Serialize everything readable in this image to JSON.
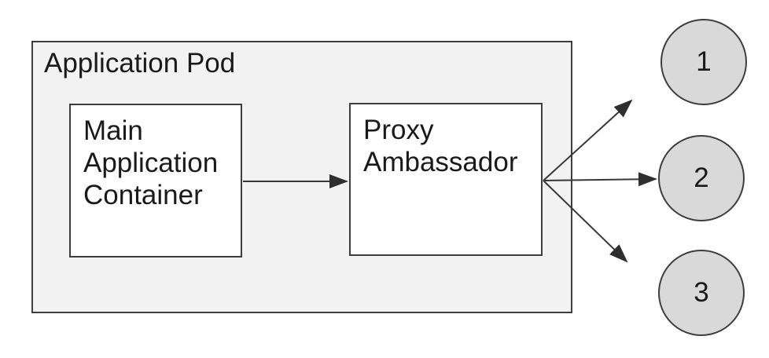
{
  "diagram": {
    "pod": {
      "label": "Application Pod"
    },
    "containers": {
      "main": {
        "label": "Main Application Container"
      },
      "proxy": {
        "label": "Proxy Ambassador"
      }
    },
    "endpoints": [
      {
        "label": "1"
      },
      {
        "label": "2"
      },
      {
        "label": "3"
      }
    ],
    "colors": {
      "pod_fill": "#f2f2f2",
      "container_fill": "#ffffff",
      "endpoint_fill": "#d9d9d9",
      "stroke": "#3e3e3e",
      "text": "#1a1a1a"
    }
  }
}
